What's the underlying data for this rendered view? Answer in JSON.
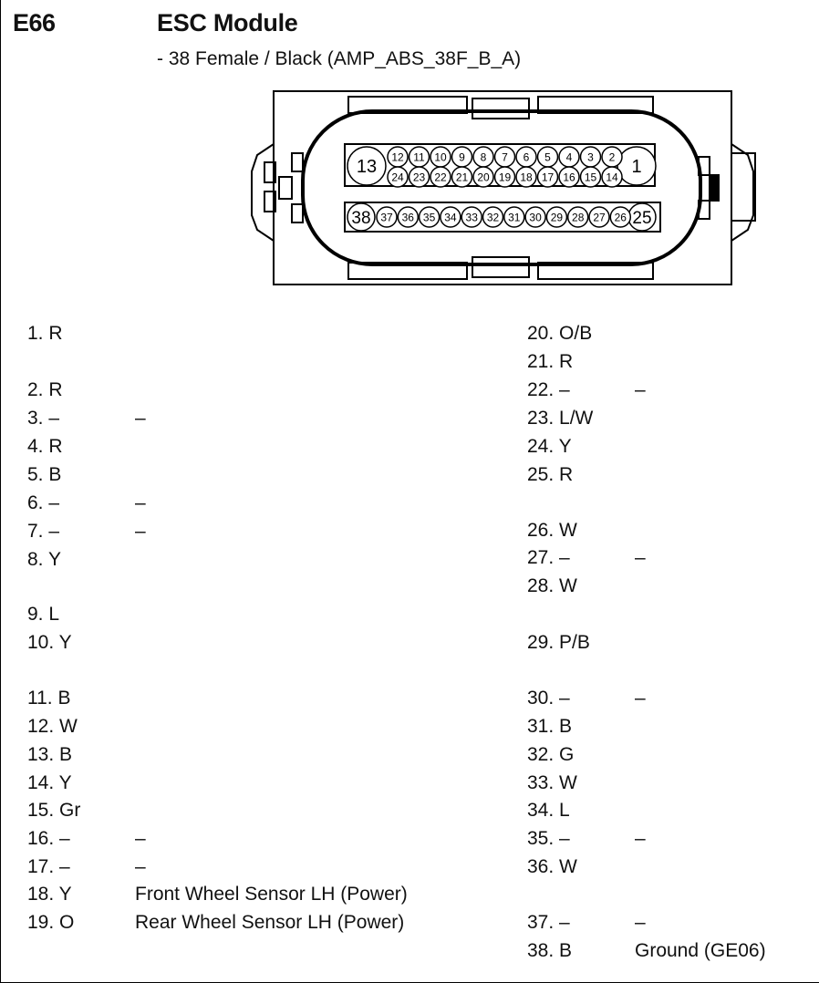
{
  "header": {
    "code": "E66",
    "title": "ESC Module",
    "subtitle": "- 38 Female / Black (AMP_ABS_38F_B_A)"
  },
  "connector": {
    "row1_top": [
      "12",
      "11",
      "10",
      "9",
      "8",
      "7",
      "6",
      "5",
      "4",
      "3",
      "2"
    ],
    "row1_bottom": [
      "24",
      "23",
      "22",
      "21",
      "20",
      "19",
      "18",
      "17",
      "16",
      "15",
      "14"
    ],
    "row1_big_left": "13",
    "row1_big_right": "1",
    "row2_small": [
      "37",
      "36",
      "35",
      "34",
      "33",
      "32",
      "31",
      "30",
      "29",
      "28",
      "27",
      "26"
    ],
    "row2_big_left": "38",
    "row2_big_right": "25"
  },
  "pins_left": [
    {
      "pin": "1. R",
      "function": ""
    },
    {
      "pin": "2. R",
      "function": ""
    },
    {
      "pin": "3. –",
      "function": "–"
    },
    {
      "pin": "4. R",
      "function": ""
    },
    {
      "pin": "5. B",
      "function": ""
    },
    {
      "pin": "6. –",
      "function": "–"
    },
    {
      "pin": "7. –",
      "function": "–"
    },
    {
      "pin": "8. Y",
      "function": ""
    },
    {
      "pin": "9. L",
      "function": ""
    },
    {
      "pin": "10. Y",
      "function": ""
    },
    {
      "pin": "11. B",
      "function": ""
    },
    {
      "pin": "12. W",
      "function": ""
    },
    {
      "pin": "13. B",
      "function": ""
    },
    {
      "pin": "14. Y",
      "function": ""
    },
    {
      "pin": "15. Gr",
      "function": ""
    },
    {
      "pin": "16. –",
      "function": "–"
    },
    {
      "pin": "17. –",
      "function": "–"
    },
    {
      "pin": "18. Y",
      "function": "Front Wheel Sensor LH (Power)"
    },
    {
      "pin": "19. O",
      "function": "Rear Wheel Sensor LH (Power)"
    }
  ],
  "pins_right": [
    {
      "pin": "20. O/B",
      "function": ""
    },
    {
      "pin": "21. R",
      "function": ""
    },
    {
      "pin": "22. –",
      "function": "–"
    },
    {
      "pin": "23. L/W",
      "function": ""
    },
    {
      "pin": "24. Y",
      "function": ""
    },
    {
      "pin": "25. R",
      "function": ""
    },
    {
      "pin": "26. W",
      "function": ""
    },
    {
      "pin": "27. –",
      "function": "–"
    },
    {
      "pin": "28. W",
      "function": ""
    },
    {
      "pin": "29. P/B",
      "function": ""
    },
    {
      "pin": "30. –",
      "function": "–"
    },
    {
      "pin": "31. B",
      "function": ""
    },
    {
      "pin": "32. G",
      "function": ""
    },
    {
      "pin": "33. W",
      "function": ""
    },
    {
      "pin": "34. L",
      "function": ""
    },
    {
      "pin": "35. –",
      "function": "–"
    },
    {
      "pin": "36. W",
      "function": ""
    },
    {
      "pin": "37. –",
      "function": "–"
    },
    {
      "pin": "38. B",
      "function": "Ground (GE06)"
    }
  ]
}
